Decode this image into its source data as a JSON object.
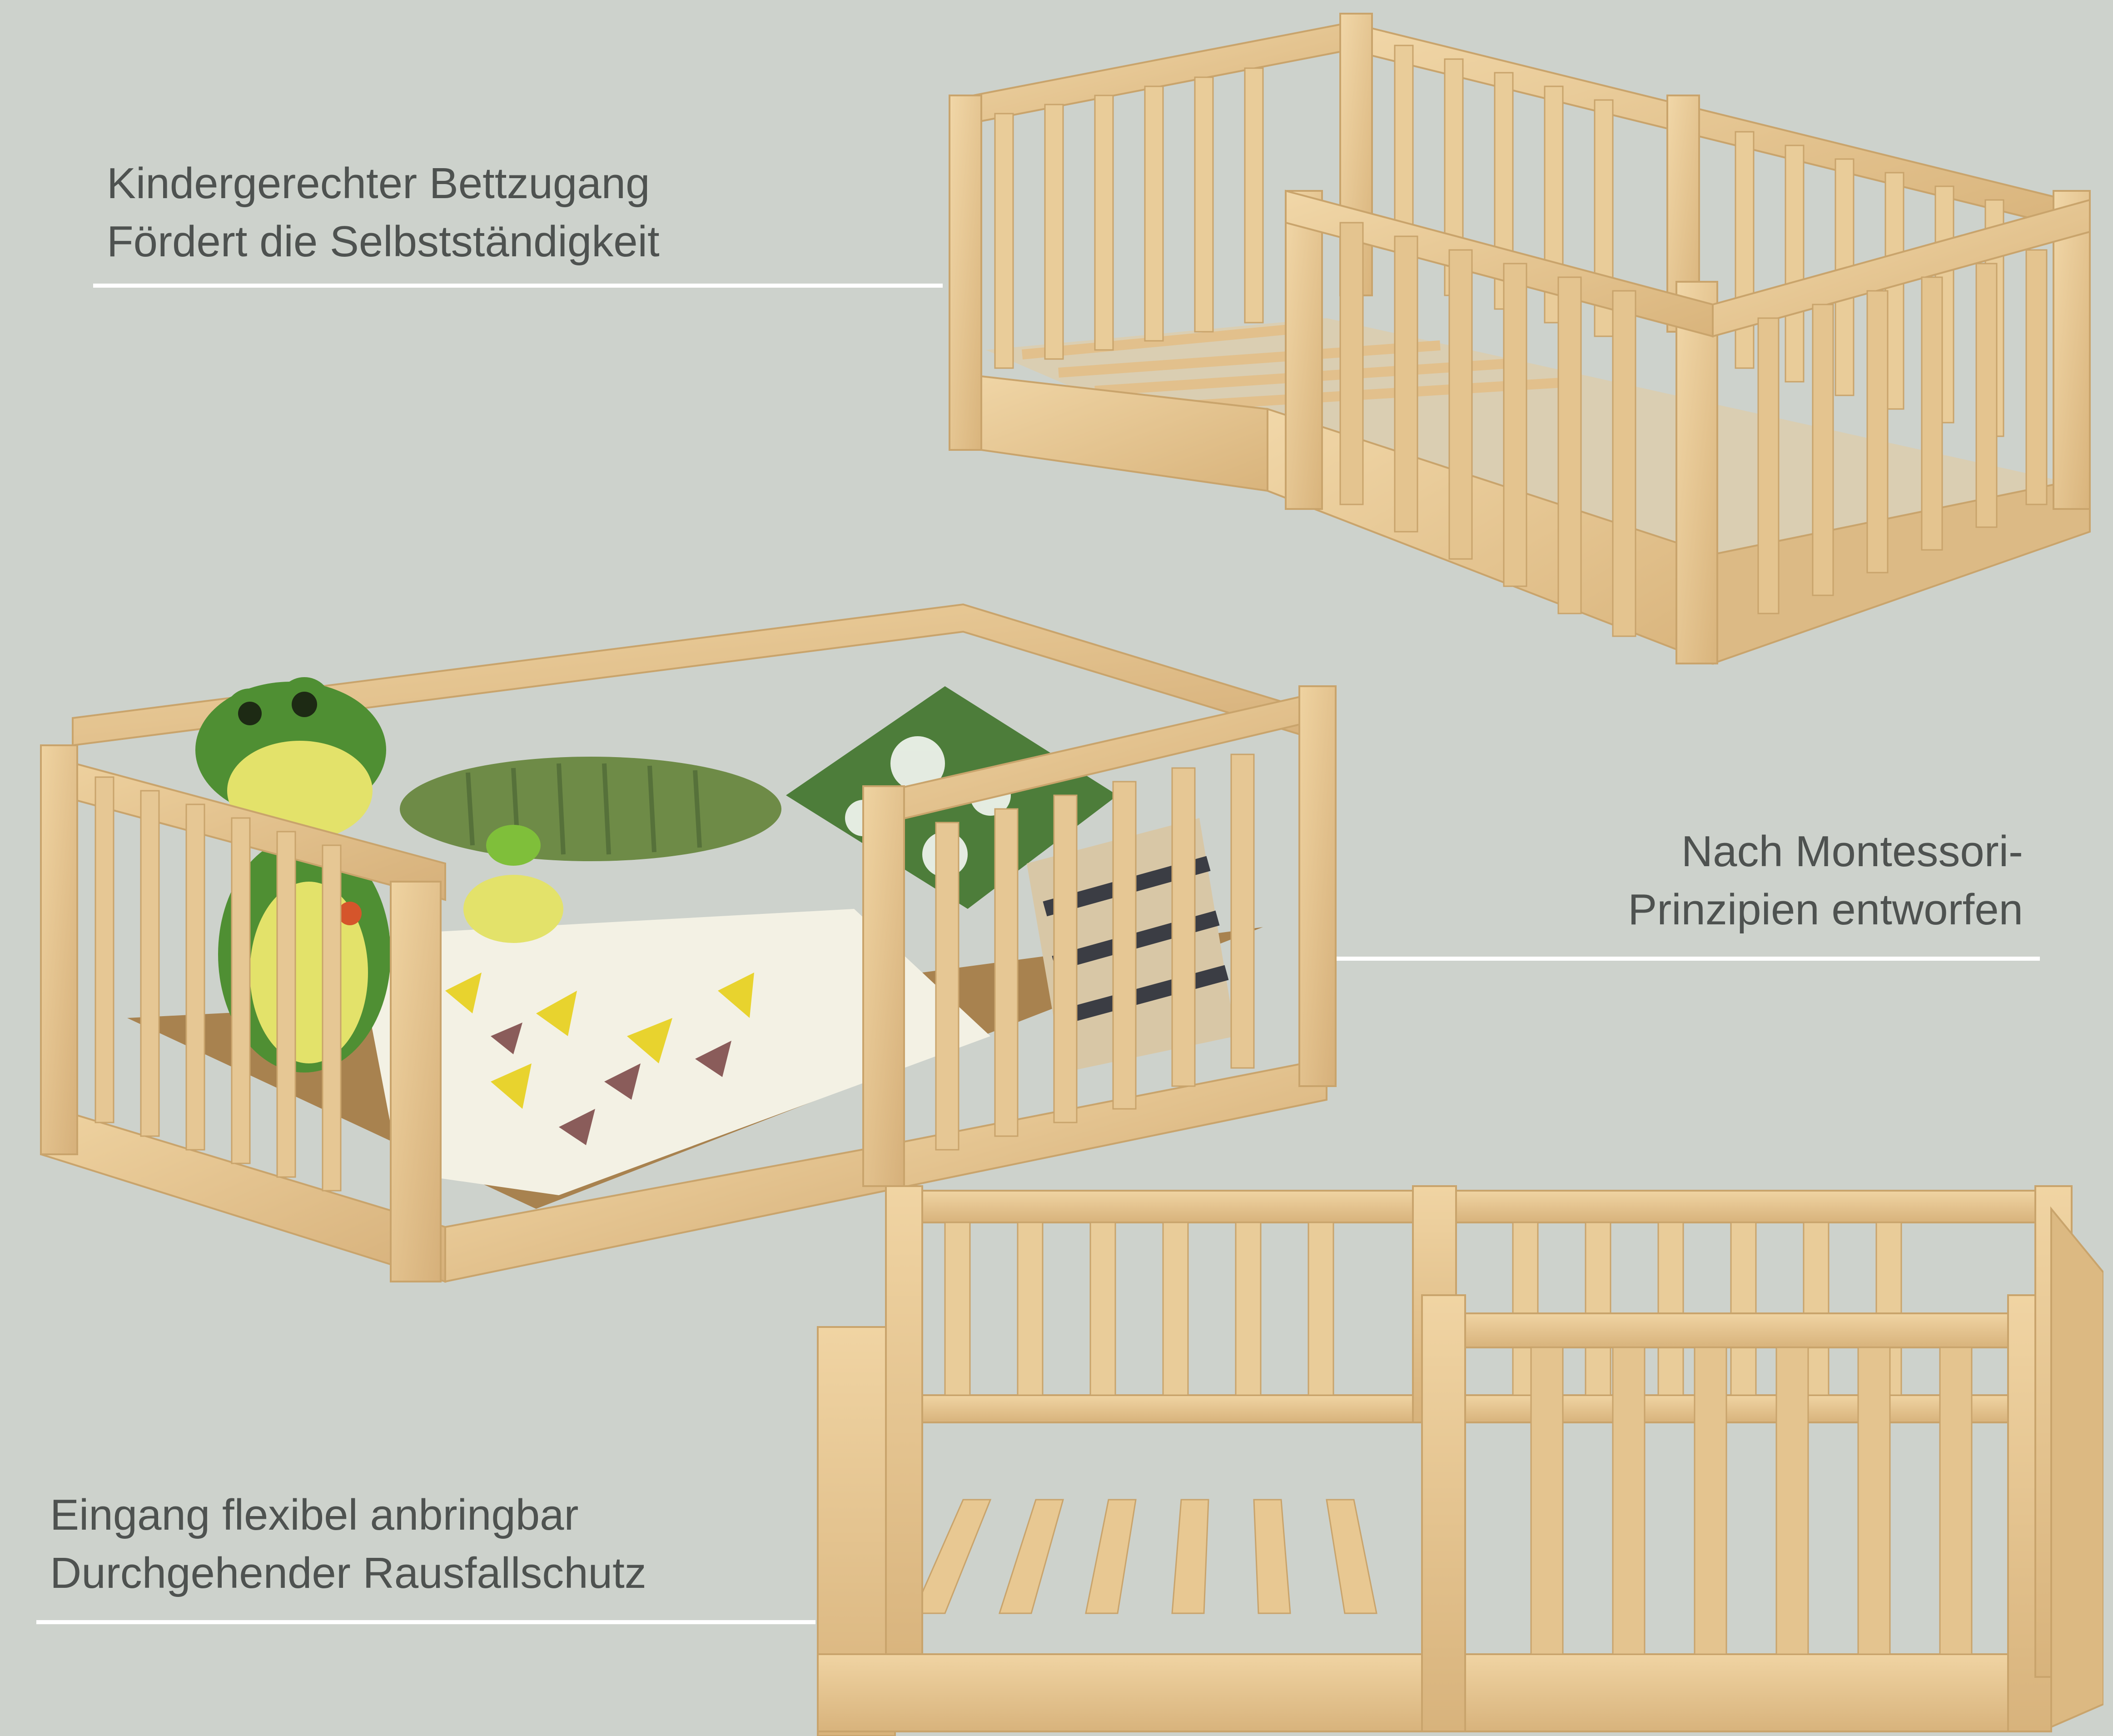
{
  "captions": {
    "top": {
      "line1": "Kindergerechter Bettzugang",
      "line2": "Fördert die Selbstständigkeit"
    },
    "middle": {
      "line1": "Nach Montessori-",
      "line2": "Prinzipien entworfen"
    },
    "bottom": {
      "line1": "Eingang flexibel anbringbar",
      "line2": "Durchgehender Rausfallschutz"
    }
  },
  "colors": {
    "background": "#cdd2cc",
    "caption_text": "#4e5250",
    "divider": "#ffffff",
    "wood": "#e8c996"
  }
}
